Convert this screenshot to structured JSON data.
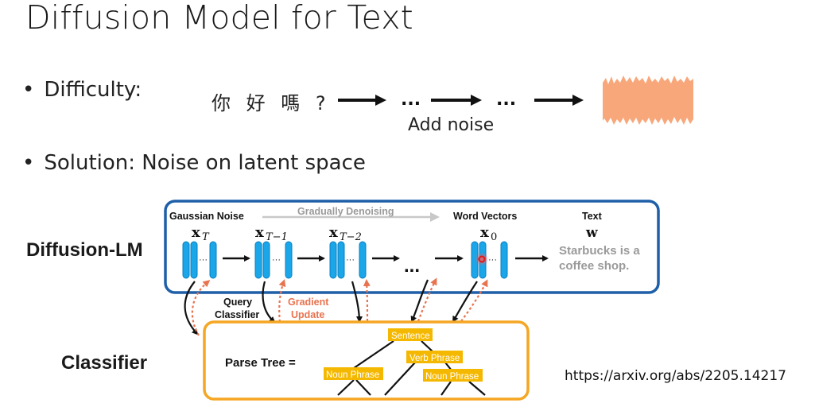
{
  "slide": {
    "title": "Diffusion Model for Text",
    "bullet_difficulty": "Difficulty:",
    "bullet_solution": "Solution: Noise on latent space",
    "chinese_text": "你 好 嗎 ?",
    "ellipsis": "…",
    "add_noise": "Add noise",
    "url": "https://arxiv.org/abs/2205.14217"
  },
  "figure": {
    "diffusion_lm_label": "Diffusion-LM",
    "classifier_label": "Classifier",
    "gaussian_noise": "Gaussian Noise",
    "gradually_denoising": "Gradually Denoising",
    "word_vectors": "Word Vectors",
    "text_header": "Text",
    "x_T": "x",
    "x_T_sub": "T",
    "x_T1": "x",
    "x_T1_sub": "T−1",
    "x_T2": "x",
    "x_T2_sub": "T−2",
    "x_0": "x",
    "x_0_sub": "0",
    "w": "w",
    "ellipsis": "...",
    "output_line1": "Starbucks is a",
    "output_line2": "coffee shop.",
    "query_classifier_1": "Query",
    "query_classifier_2": "Classifier",
    "gradient_update_1": "Gradient",
    "gradient_update_2": "Update",
    "parse_tree": "Parse Tree =",
    "node_sentence": "Sentence",
    "node_verb_phrase": "Verb Phrase",
    "node_noun_phrase_left": "Noun Phrase",
    "node_noun_phrase_right": "Noun Phrase"
  },
  "colors": {
    "noise_fill": "#f8a77a",
    "vector_blue": "#1aa6e8",
    "box_blue": "#1f5fa8",
    "box_orange": "#f5a623",
    "node_yellow": "#f5b800",
    "gradient_red": "#e8734f"
  }
}
